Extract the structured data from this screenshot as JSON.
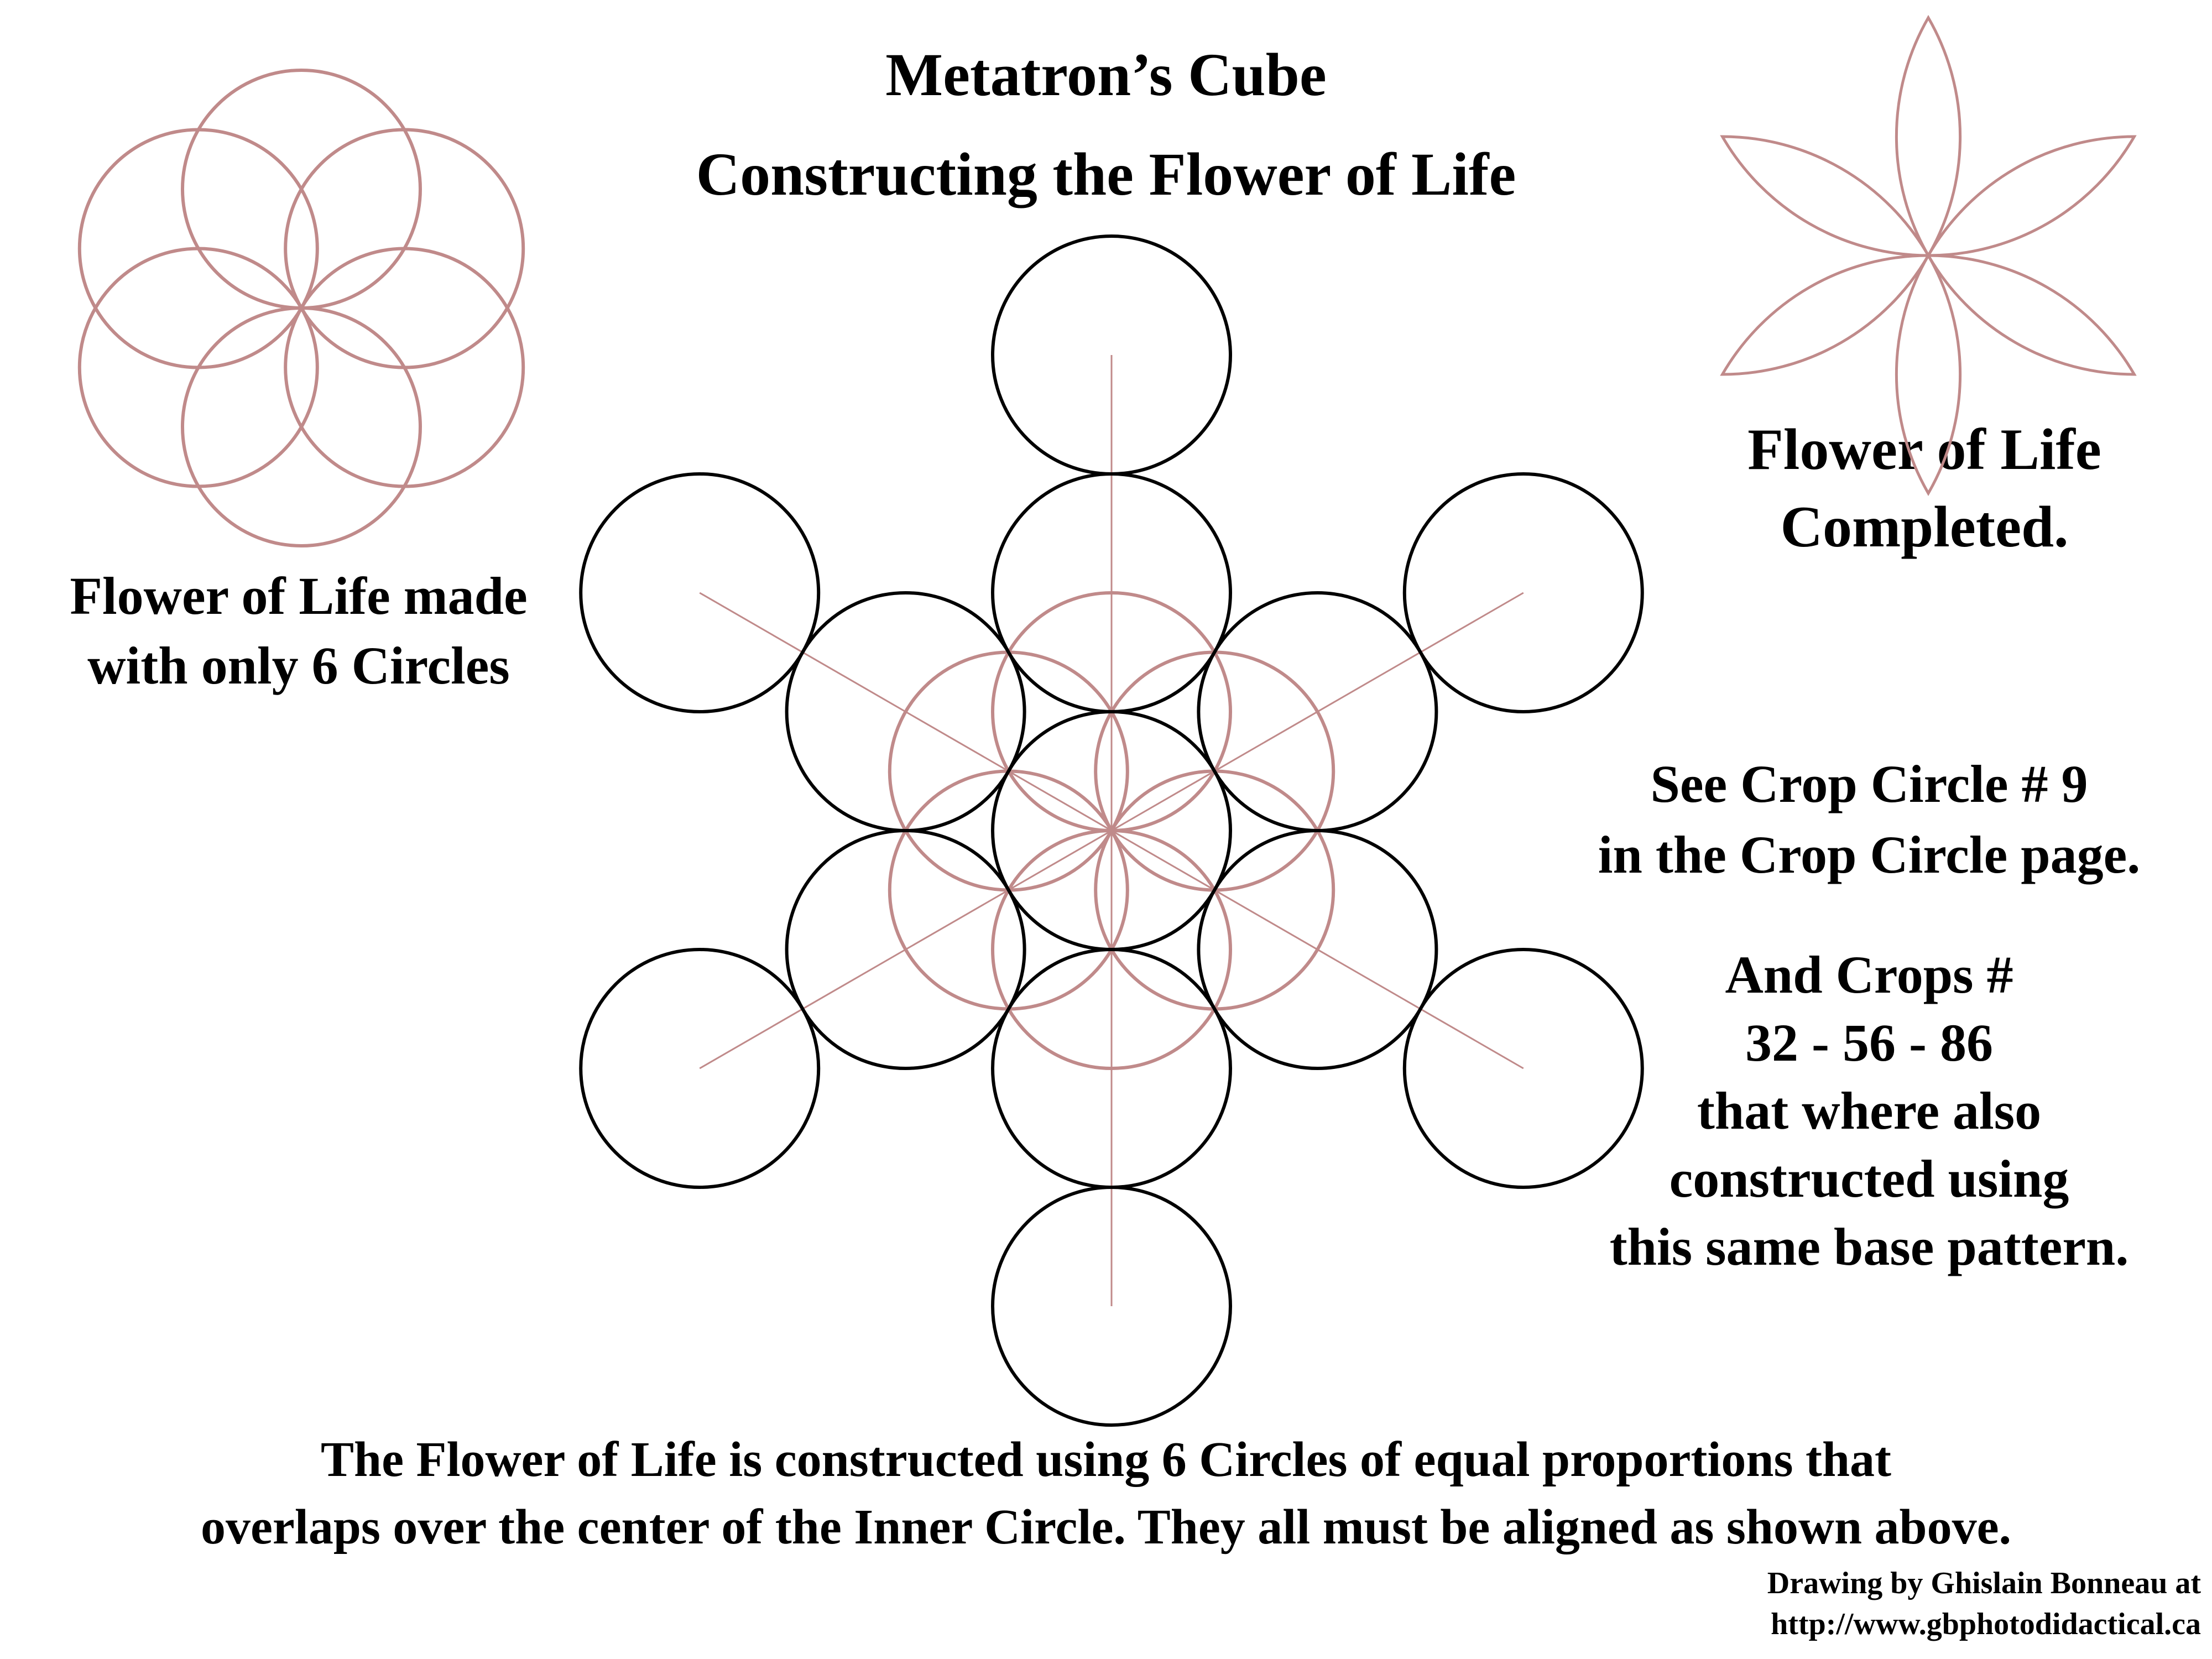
{
  "title": "Metatron’s Cube",
  "subtitle": "Constructing the Flower of Life",
  "left_caption": [
    "Flower of Life made",
    "with only 6 Circles"
  ],
  "right_caption": [
    "Flower of Life",
    "Completed."
  ],
  "crop_circle_note": [
    "See Crop Circle # 9",
    "in the Crop Circle page."
  ],
  "crops_note": [
    "And Crops #",
    "32 - 56 - 86",
    "that where also",
    "constructed using",
    "this same base pattern."
  ],
  "footer": [
    "The Flower of Life is constructed using 6 Circles of equal proportions that",
    "overlaps over the center of the Inner Circle. They all must be aligned as shown above."
  ],
  "credit": [
    "Drawing by Ghislain Bonneau at",
    "http://www.gbphotodidactical.ca"
  ],
  "colors": {
    "outline": "#000000",
    "accent": "#c08a8a"
  }
}
